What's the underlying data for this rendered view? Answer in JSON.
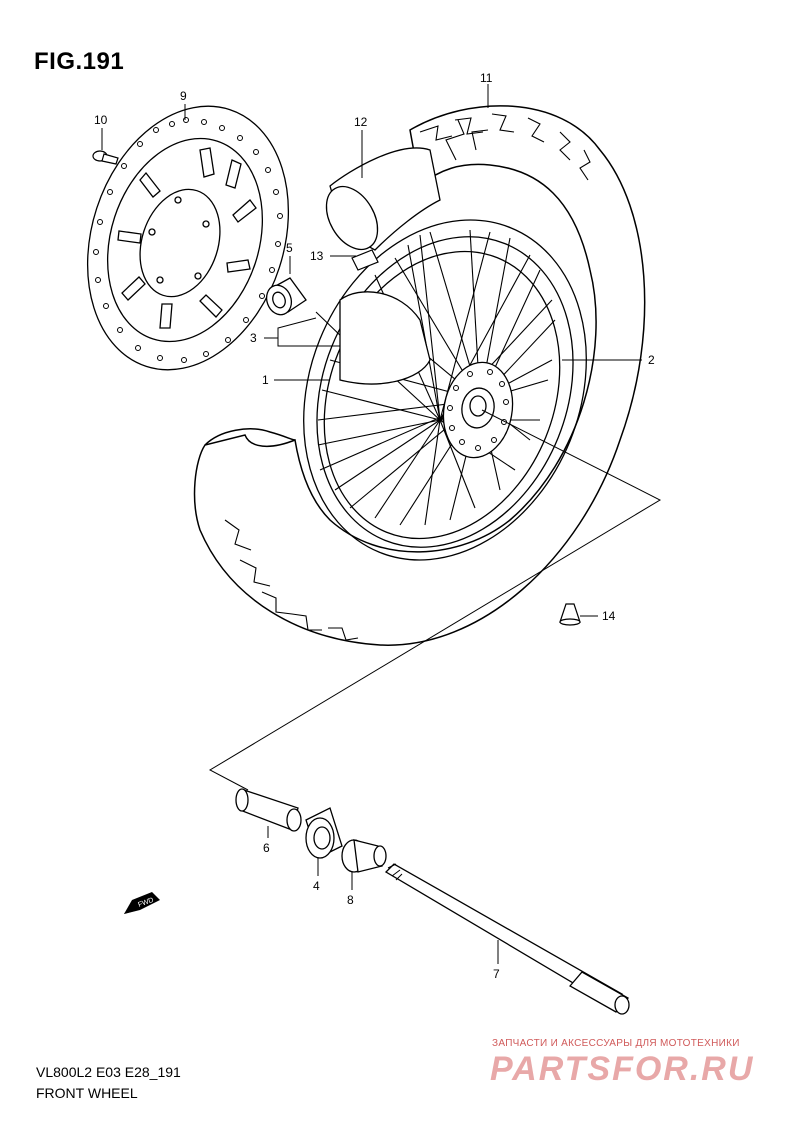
{
  "figure": {
    "title": "FIG.191",
    "code": "VL800L2 E03 E28_191",
    "name": "FRONT WHEEL"
  },
  "watermark": {
    "tagline": "ЗАПЧАСТИ И АКСЕССУАРЫ ДЛЯ МОТОТЕХНИКИ",
    "logo": "PARTSFOR.RU",
    "color": "#e8a8a8"
  },
  "fwd_label": "FWD",
  "callouts": {
    "c1": "1",
    "c2": "2",
    "c3": "3",
    "c4": "4",
    "c5": "5",
    "c6": "6",
    "c7": "7",
    "c8": "8",
    "c9": "9",
    "c10": "10",
    "c11": "11",
    "c12": "12",
    "c13": "13",
    "c14": "14"
  }
}
